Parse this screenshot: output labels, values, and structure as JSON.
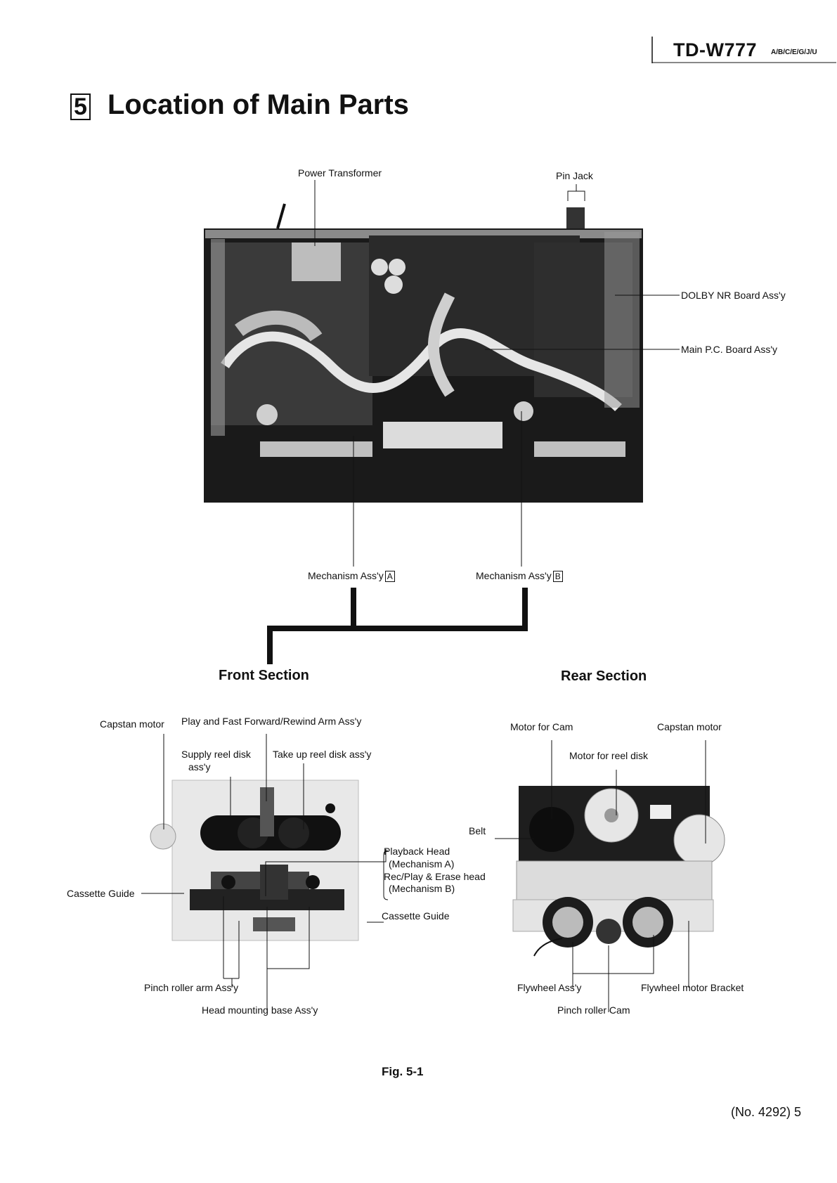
{
  "header": {
    "model": "TD-W777",
    "variants": "A/B/C/E/G/J/U"
  },
  "section": {
    "number": "5",
    "title": "Location of Main Parts"
  },
  "top_photo": {
    "labels": {
      "power_transformer": "Power Transformer",
      "pin_jack": "Pin Jack",
      "dolby_board": "DOLBY NR Board Ass'y",
      "main_board": "Main P.C. Board Ass'y",
      "mech_a": "Mechanism Ass'y",
      "mech_a_box": "A",
      "mech_b": "Mechanism Ass'y",
      "mech_b_box": "B"
    }
  },
  "front_section": {
    "heading": "Front Section",
    "labels": {
      "capstan_motor": "Capstan motor",
      "play_ff_rew_arm": "Play and Fast Forward/Rewind Arm Ass'y",
      "supply_reel_disk_1": "Supply reel disk",
      "supply_reel_disk_2": "ass'y",
      "take_up_reel_disk": "Take up reel disk ass'y",
      "cassette_guide_left": "Cassette Guide",
      "playback_head": "Playback Head",
      "mechanism_a": "(Mechanism A)",
      "rec_play_erase": "Rec/Play & Erase head",
      "mechanism_b": "(Mechanism B)",
      "cassette_guide_right": "Cassette Guide",
      "pinch_roller_arm": "Pinch roller arm Ass'y",
      "head_mounting_base": "Head mounting base Ass'y"
    }
  },
  "rear_section": {
    "heading": "Rear Section",
    "labels": {
      "motor_for_cam": "Motor for Cam",
      "capstan_motor": "Capstan motor",
      "motor_for_reel_disk": "Motor for reel disk",
      "belt": "Belt",
      "flywheel": "Flywheel Ass'y",
      "flywheel_motor_bracket": "Flywheel motor Bracket",
      "pinch_roller_cam": "Pinch roller Cam"
    }
  },
  "figure_caption": "Fig. 5-1",
  "page_number": "(No. 4292) 5"
}
